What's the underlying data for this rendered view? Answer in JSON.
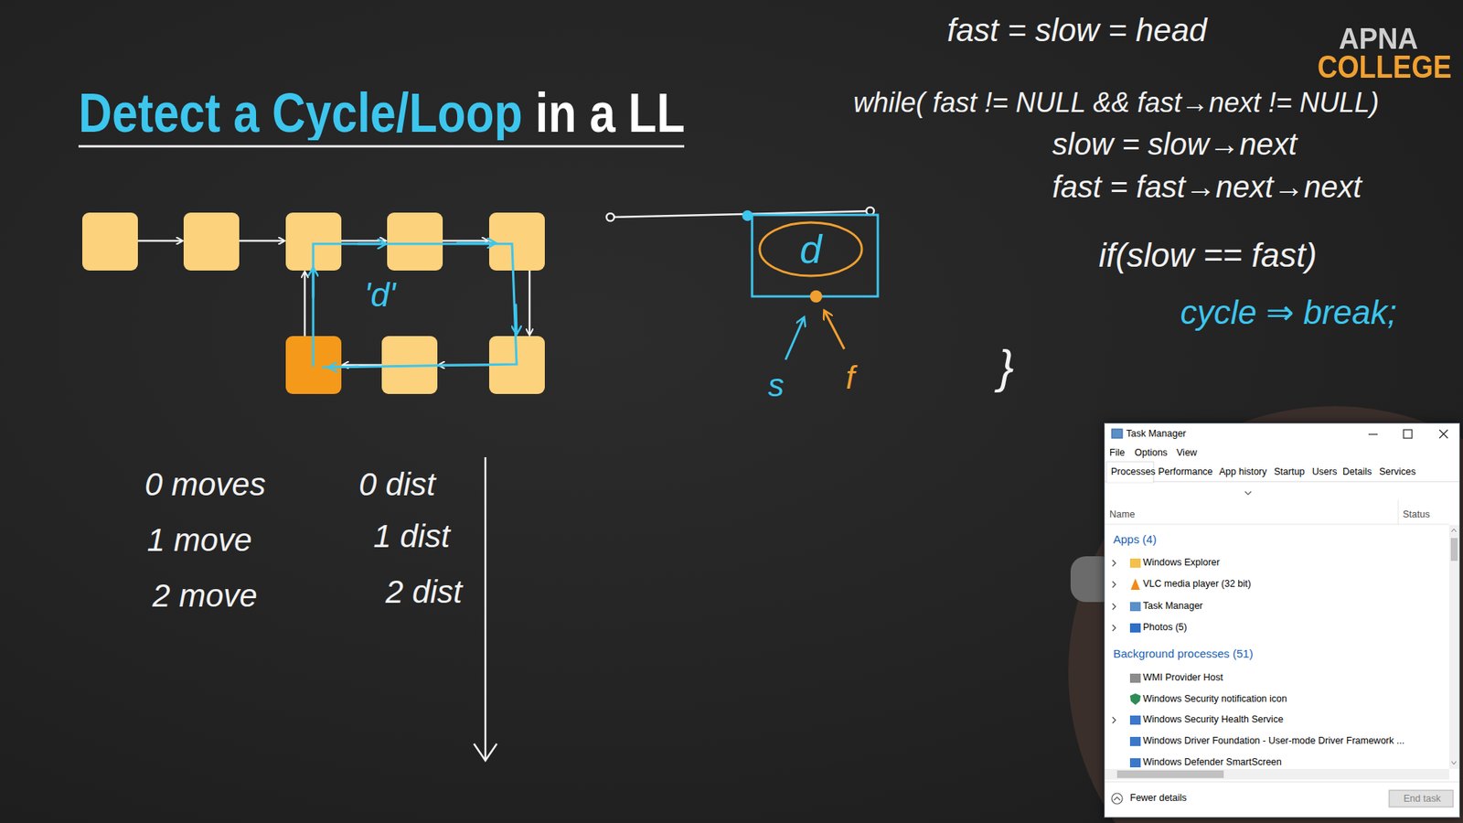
{
  "diagram": {
    "title": "Detect a Cycle/Loop in a LL",
    "nodes": [
      {
        "text": [
          "d"
        ]
      }
    ],
    "labels": [
      "'d'",
      "s",
      "f",
      "fast = slow = head",
      "while( fast != NULL && fast→next != NULL)",
      "slow = slow→next",
      "fast = fast→next→next",
      "if(slow == fast)",
      "cycle ⇒ break;",
      "}",
      "0 moves",
      "0 dist",
      "1 move",
      "1 dist",
      "2 move",
      "2 dist",
      "APNA",
      "COLLEGE",
      "Task Manager",
      "File",
      "Options",
      "View",
      "Processes",
      "Performance",
      "App history",
      "Startup",
      "Users",
      "Details",
      "Services",
      "Name",
      "Status",
      "Apps (4)",
      "Windows Explorer",
      "VLC media player (32 bit)",
      "Task Manager",
      "Photos (5)",
      "Background processes (51)",
      "WMI Provider Host",
      "Windows Security notification icon",
      "Windows Security Health Service",
      "Windows Driver Foundation - User-mode Driver Framework ...",
      "Windows Defender SmartScreen",
      "Fewer details",
      "End task"
    ]
  }
}
